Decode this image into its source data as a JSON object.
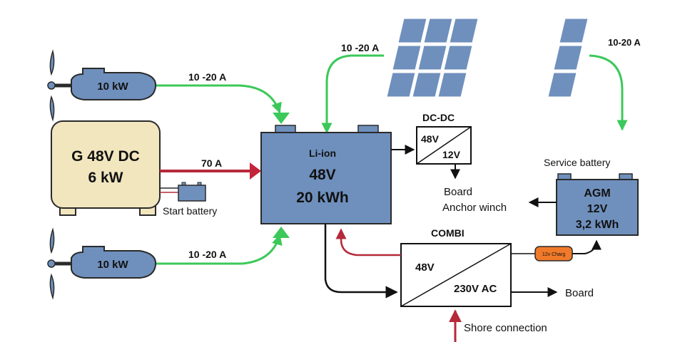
{
  "motor_top": {
    "label": "10 kW",
    "current": "10 -20 A"
  },
  "motor_bottom": {
    "label": "10 kW",
    "current": "10 -20 A"
  },
  "generator": {
    "line1": "G 48V DC",
    "line2": "6 kW",
    "current": "70 A"
  },
  "start_battery": {
    "label": "Start battery"
  },
  "main_battery": {
    "chem": "Li-ion",
    "voltage": "48V",
    "capacity": "20 kWh"
  },
  "solar_left": {
    "current": "10 -20 A"
  },
  "solar_right": {
    "current": "10-20 A"
  },
  "dcdc": {
    "title": "DC-DC",
    "in": "48V",
    "out": "12V"
  },
  "board_loads": {
    "line1": "Board",
    "line2": "Anchor winch"
  },
  "service_battery": {
    "title": "Service  battery",
    "type": "AGM",
    "voltage": "12V",
    "capacity": "3,2 kWh"
  },
  "charger": {
    "label": "12v Charg"
  },
  "combi": {
    "title": "COMBI",
    "in": "48V",
    "out": "230V AC"
  },
  "board_ac": {
    "label": "Board"
  },
  "shore": {
    "label": "Shore connection"
  },
  "colors": {
    "green": "#3cc85a",
    "red": "#b52a3a",
    "battery_blue": "#6f90bd",
    "generator_cream": "#f2e6bf",
    "charger_orange": "#f07a2a"
  }
}
